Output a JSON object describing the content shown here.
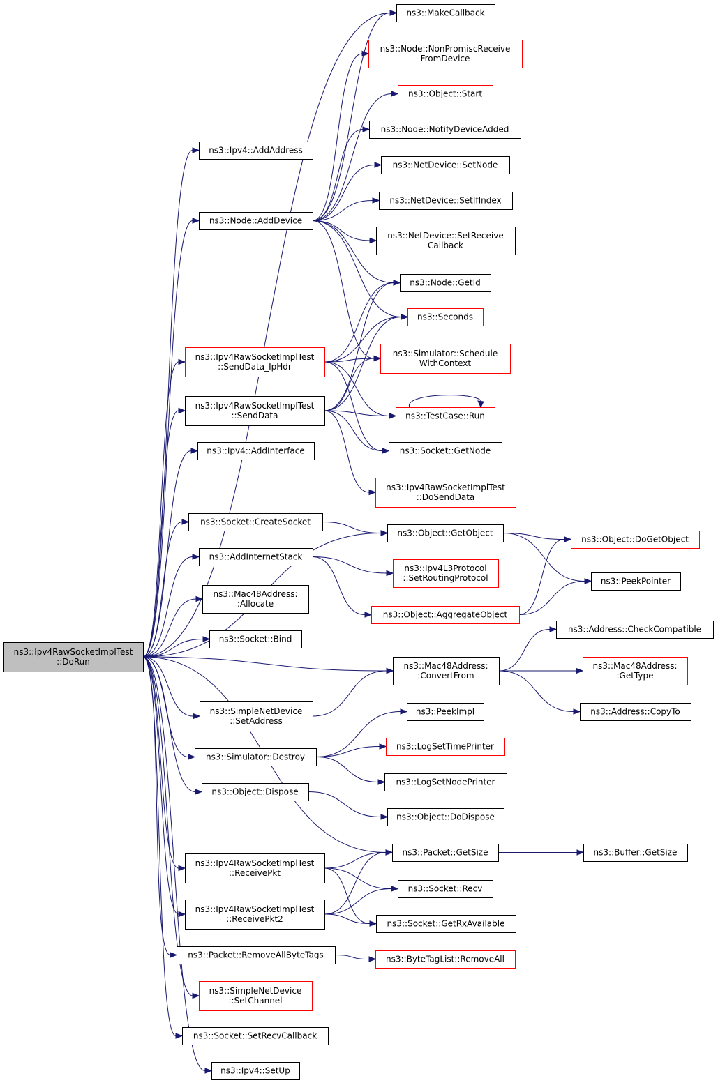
{
  "title": "",
  "colors": {
    "edge": "#191970",
    "node_border_default": "#000000",
    "node_border_truncated": "#ff0000",
    "root_fill": "#bfbfbf"
  },
  "nodes": [
    {
      "id": "root",
      "lines": [
        "ns3::Ipv4RawSocketImplTest",
        "::DoRun"
      ],
      "style": "root"
    },
    {
      "id": "ipv4_addaddress",
      "lines": [
        "ns3::Ipv4::AddAddress"
      ],
      "style": "normal"
    },
    {
      "id": "node_adddevice",
      "lines": [
        "ns3::Node::AddDevice"
      ],
      "style": "normal"
    },
    {
      "id": "senddata_iphdr",
      "lines": [
        "ns3::Ipv4RawSocketImplTest",
        "::SendData_IpHdr"
      ],
      "style": "red"
    },
    {
      "id": "senddata",
      "lines": [
        "ns3::Ipv4RawSocketImplTest",
        "::SendData"
      ],
      "style": "normal"
    },
    {
      "id": "ipv4_addinterface",
      "lines": [
        "ns3::Ipv4::AddInterface"
      ],
      "style": "normal"
    },
    {
      "id": "socket_createsocket",
      "lines": [
        "ns3::Socket::CreateSocket"
      ],
      "style": "normal"
    },
    {
      "id": "addinternetstack",
      "lines": [
        "ns3::AddInternetStack"
      ],
      "style": "normal"
    },
    {
      "id": "mac48_allocate",
      "lines": [
        "ns3::Mac48Address:",
        ":Allocate"
      ],
      "style": "normal"
    },
    {
      "id": "socket_bind",
      "lines": [
        "ns3::Socket::Bind"
      ],
      "style": "normal"
    },
    {
      "id": "simplenetdevice_setaddress",
      "lines": [
        "ns3::SimpleNetDevice",
        "::SetAddress"
      ],
      "style": "normal"
    },
    {
      "id": "simulator_destroy",
      "lines": [
        "ns3::Simulator::Destroy"
      ],
      "style": "normal"
    },
    {
      "id": "object_dispose",
      "lines": [
        "ns3::Object::Dispose"
      ],
      "style": "normal"
    },
    {
      "id": "receivepkt",
      "lines": [
        "ns3::Ipv4RawSocketImplTest",
        "::ReceivePkt"
      ],
      "style": "normal"
    },
    {
      "id": "receivepkt2",
      "lines": [
        "ns3::Ipv4RawSocketImplTest",
        "::ReceivePkt2"
      ],
      "style": "normal"
    },
    {
      "id": "packet_removeallbytetags",
      "lines": [
        "ns3::Packet::RemoveAllByteTags"
      ],
      "style": "normal"
    },
    {
      "id": "simplenetdevice_setchannel",
      "lines": [
        "ns3::SimpleNetDevice",
        "::SetChannel"
      ],
      "style": "red"
    },
    {
      "id": "socket_setrecvcallback",
      "lines": [
        "ns3::Socket::SetRecvCallback"
      ],
      "style": "normal"
    },
    {
      "id": "ipv4_setup",
      "lines": [
        "ns3::Ipv4::SetUp"
      ],
      "style": "normal"
    },
    {
      "id": "makecallback",
      "lines": [
        "ns3::MakeCallback"
      ],
      "style": "normal"
    },
    {
      "id": "node_nonpromisc",
      "lines": [
        "ns3::Node::NonPromiscReceive",
        "FromDevice"
      ],
      "style": "red"
    },
    {
      "id": "object_start",
      "lines": [
        "ns3::Object::Start"
      ],
      "style": "red"
    },
    {
      "id": "node_notifydeviceadded",
      "lines": [
        "ns3::Node::NotifyDeviceAdded"
      ],
      "style": "normal"
    },
    {
      "id": "netdevice_setnode",
      "lines": [
        "ns3::NetDevice::SetNode"
      ],
      "style": "normal"
    },
    {
      "id": "netdevice_setifindex",
      "lines": [
        "ns3::NetDevice::SetIfIndex"
      ],
      "style": "normal"
    },
    {
      "id": "netdevice_setreceivecallback",
      "lines": [
        "ns3::NetDevice::SetReceive",
        "Callback"
      ],
      "style": "normal"
    },
    {
      "id": "node_getid",
      "lines": [
        "ns3::Node::GetId"
      ],
      "style": "normal"
    },
    {
      "id": "seconds",
      "lines": [
        "ns3::Seconds"
      ],
      "style": "red"
    },
    {
      "id": "simulator_schedulewithcontext",
      "lines": [
        "ns3::Simulator::Schedule",
        "WithContext"
      ],
      "style": "red"
    },
    {
      "id": "testcase_run",
      "lines": [
        "ns3::TestCase::Run"
      ],
      "style": "red"
    },
    {
      "id": "socket_getnode",
      "lines": [
        "ns3::Socket::GetNode"
      ],
      "style": "normal"
    },
    {
      "id": "dosenddata",
      "lines": [
        "ns3::Ipv4RawSocketImplTest",
        "::DoSendData"
      ],
      "style": "red"
    },
    {
      "id": "object_getobject",
      "lines": [
        "ns3::Object::GetObject"
      ],
      "style": "normal"
    },
    {
      "id": "ipv4l3_setroutingprotocol",
      "lines": [
        "ns3::Ipv4L3Protocol",
        "::SetRoutingProtocol"
      ],
      "style": "red"
    },
    {
      "id": "object_aggregateobject",
      "lines": [
        "ns3::Object::AggregateObject"
      ],
      "style": "red"
    },
    {
      "id": "mac48_convertfrom",
      "lines": [
        "ns3::Mac48Address:",
        ":ConvertFrom"
      ],
      "style": "normal"
    },
    {
      "id": "peekimpl",
      "lines": [
        "ns3::PeekImpl"
      ],
      "style": "normal"
    },
    {
      "id": "logsettimeprinter",
      "lines": [
        "ns3::LogSetTimePrinter"
      ],
      "style": "red"
    },
    {
      "id": "logsetnodeprinter",
      "lines": [
        "ns3::LogSetNodePrinter"
      ],
      "style": "normal"
    },
    {
      "id": "object_dodispose",
      "lines": [
        "ns3::Object::DoDispose"
      ],
      "style": "normal"
    },
    {
      "id": "packet_getsize",
      "lines": [
        "ns3::Packet::GetSize"
      ],
      "style": "normal"
    },
    {
      "id": "socket_recv",
      "lines": [
        "ns3::Socket::Recv"
      ],
      "style": "normal"
    },
    {
      "id": "socket_getrxavailable",
      "lines": [
        "ns3::Socket::GetRxAvailable"
      ],
      "style": "normal"
    },
    {
      "id": "bytetaglist_removeall",
      "lines": [
        "ns3::ByteTagList::RemoveAll"
      ],
      "style": "red"
    },
    {
      "id": "object_dogetobject",
      "lines": [
        "ns3::Object::DoGetObject"
      ],
      "style": "red"
    },
    {
      "id": "peekpointer",
      "lines": [
        "ns3::PeekPointer"
      ],
      "style": "normal"
    },
    {
      "id": "address_checkcompatible",
      "lines": [
        "ns3::Address::CheckCompatible"
      ],
      "style": "normal"
    },
    {
      "id": "mac48_gettype",
      "lines": [
        "ns3::Mac48Address:",
        ":GetType"
      ],
      "style": "red"
    },
    {
      "id": "address_copyto",
      "lines": [
        "ns3::Address::CopyTo"
      ],
      "style": "normal"
    },
    {
      "id": "buffer_getsize",
      "lines": [
        "ns3::Buffer::GetSize"
      ],
      "style": "normal"
    }
  ],
  "edges": [
    [
      "root",
      "ipv4_addaddress"
    ],
    [
      "root",
      "node_adddevice"
    ],
    [
      "root",
      "senddata_iphdr"
    ],
    [
      "root",
      "senddata"
    ],
    [
      "root",
      "ipv4_addinterface"
    ],
    [
      "root",
      "socket_createsocket"
    ],
    [
      "root",
      "addinternetstack"
    ],
    [
      "root",
      "mac48_allocate"
    ],
    [
      "root",
      "socket_bind"
    ],
    [
      "root",
      "simplenetdevice_setaddress"
    ],
    [
      "root",
      "simulator_destroy"
    ],
    [
      "root",
      "object_dispose"
    ],
    [
      "root",
      "receivepkt"
    ],
    [
      "root",
      "receivepkt2"
    ],
    [
      "root",
      "packet_removeallbytetags"
    ],
    [
      "root",
      "simplenetdevice_setchannel"
    ],
    [
      "root",
      "socket_setrecvcallback"
    ],
    [
      "root",
      "ipv4_setup"
    ],
    [
      "root",
      "makecallback"
    ],
    [
      "root",
      "object_getobject"
    ],
    [
      "root",
      "mac48_convertfrom"
    ],
    [
      "root",
      "packet_getsize"
    ],
    [
      "node_adddevice",
      "makecallback"
    ],
    [
      "node_adddevice",
      "node_nonpromisc"
    ],
    [
      "node_adddevice",
      "object_start"
    ],
    [
      "node_adddevice",
      "node_notifydeviceadded"
    ],
    [
      "node_adddevice",
      "netdevice_setnode"
    ],
    [
      "node_adddevice",
      "netdevice_setifindex"
    ],
    [
      "node_adddevice",
      "netdevice_setreceivecallback"
    ],
    [
      "node_adddevice",
      "node_getid"
    ],
    [
      "node_adddevice",
      "seconds"
    ],
    [
      "node_adddevice",
      "simulator_schedulewithcontext"
    ],
    [
      "senddata_iphdr",
      "node_getid"
    ],
    [
      "senddata_iphdr",
      "seconds"
    ],
    [
      "senddata_iphdr",
      "simulator_schedulewithcontext"
    ],
    [
      "senddata_iphdr",
      "testcase_run"
    ],
    [
      "senddata_iphdr",
      "socket_getnode"
    ],
    [
      "senddata",
      "node_getid"
    ],
    [
      "senddata",
      "seconds"
    ],
    [
      "senddata",
      "simulator_schedulewithcontext"
    ],
    [
      "senddata",
      "testcase_run"
    ],
    [
      "senddata",
      "socket_getnode"
    ],
    [
      "senddata",
      "dosenddata"
    ],
    [
      "testcase_run",
      "testcase_run"
    ],
    [
      "socket_createsocket",
      "object_getobject"
    ],
    [
      "object_getobject",
      "object_dogetobject"
    ],
    [
      "object_getobject",
      "peekpointer"
    ],
    [
      "addinternetstack",
      "ipv4l3_setroutingprotocol"
    ],
    [
      "addinternetstack",
      "object_aggregateobject"
    ],
    [
      "object_aggregateobject",
      "object_dogetobject"
    ],
    [
      "object_aggregateobject",
      "peekpointer"
    ],
    [
      "mac48_convertfrom",
      "address_checkcompatible"
    ],
    [
      "mac48_convertfrom",
      "mac48_gettype"
    ],
    [
      "mac48_convertfrom",
      "address_copyto"
    ],
    [
      "simplenetdevice_setaddress",
      "mac48_convertfrom"
    ],
    [
      "simulator_destroy",
      "peekimpl"
    ],
    [
      "simulator_destroy",
      "logsettimeprinter"
    ],
    [
      "simulator_destroy",
      "logsetnodeprinter"
    ],
    [
      "object_dispose",
      "object_dodispose"
    ],
    [
      "packet_getsize",
      "buffer_getsize"
    ],
    [
      "receivepkt",
      "packet_getsize"
    ],
    [
      "receivepkt",
      "socket_recv"
    ],
    [
      "receivepkt",
      "socket_getrxavailable"
    ],
    [
      "receivepkt2",
      "packet_getsize"
    ],
    [
      "receivepkt2",
      "socket_recv"
    ],
    [
      "receivepkt2",
      "socket_getrxavailable"
    ],
    [
      "packet_removeallbytetags",
      "bytetaglist_removeall"
    ]
  ]
}
